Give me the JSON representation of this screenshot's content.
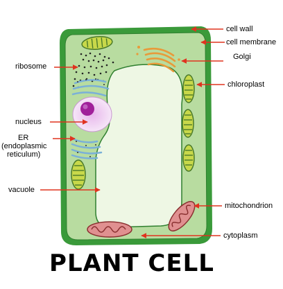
{
  "title": "PLANT CELL",
  "labels": {
    "cell_wall": "cell wall",
    "cell_membrane": "cell membrane",
    "golgi": "Golgi",
    "ribosome": "ribosome",
    "chloroplast": "chloroplast",
    "nucleus": "nucleus",
    "er_line1": "ER",
    "er_line2": "(endoplasmic",
    "er_line3": "reticulum)",
    "vacuole": "vacuole",
    "mitochondrion": "mitochondrion",
    "cytoplasm": "cytoplasm"
  },
  "colors": {
    "cell_wall": "#3a9a3a",
    "cytoplasm": "#b8dca0",
    "vacuole": "#eef7e4",
    "nucleus": "#d8a0e0",
    "nucleolus": "#a0209a",
    "golgi": "#e89a3a",
    "er": "#7ab0d8",
    "chloroplast": "#c8d84a",
    "mitochondrion": "#e09090",
    "arrow": "#e0331f"
  }
}
